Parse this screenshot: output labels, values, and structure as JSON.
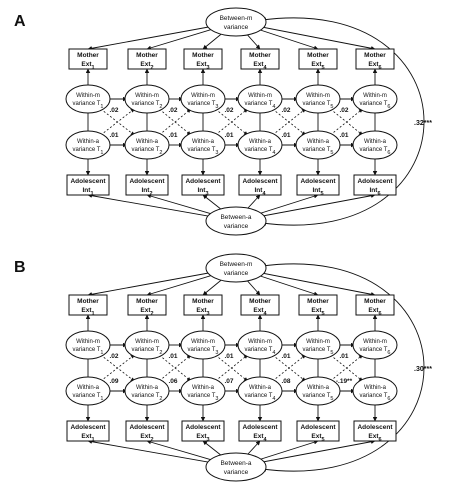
{
  "panels": [
    {
      "label": "A",
      "between_m": [
        "Between-m",
        "variance"
      ],
      "between_a": [
        "Between-a",
        "variance"
      ],
      "mother": [
        {
          "name": "Mother",
          "sub": "Ext",
          "idx": "1"
        },
        {
          "name": "Mother",
          "sub": "Ext",
          "idx": "2"
        },
        {
          "name": "Mother",
          "sub": "Ext",
          "idx": "3"
        },
        {
          "name": "Mother",
          "sub": "Ext",
          "idx": "4"
        },
        {
          "name": "Mother",
          "sub": "Ext",
          "idx": "5"
        },
        {
          "name": "Mother",
          "sub": "Ext",
          "idx": "6"
        }
      ],
      "within_m": [
        {
          "top": "Within-m",
          "bottom": "variance T",
          "idx": "1"
        },
        {
          "top": "Within-m",
          "bottom": "variance T",
          "idx": "2"
        },
        {
          "top": "Within-m",
          "bottom": "variance T",
          "idx": "3"
        },
        {
          "top": "Within-m",
          "bottom": "variance T",
          "idx": "4"
        },
        {
          "top": "Within-m",
          "bottom": "variance T",
          "idx": "5"
        },
        {
          "top": "Within-m",
          "bottom": "variance T",
          "idx": "6"
        }
      ],
      "within_a": [
        {
          "top": "Within-a",
          "bottom": "variance T",
          "idx": "1"
        },
        {
          "top": "Within-a",
          "bottom": "variance T",
          "idx": "2"
        },
        {
          "top": "Within-a",
          "bottom": "variance T",
          "idx": "3"
        },
        {
          "top": "Within-a",
          "bottom": "variance T",
          "idx": "4"
        },
        {
          "top": "Within-a",
          "bottom": "variance T",
          "idx": "5"
        },
        {
          "top": "Within-a",
          "bottom": "variance T",
          "idx": "6"
        }
      ],
      "adolescent": [
        {
          "name": "Adolescent",
          "sub": "Int",
          "idx": "1"
        },
        {
          "name": "Adolescent",
          "sub": "Int",
          "idx": "2"
        },
        {
          "name": "Adolescent",
          "sub": "Int",
          "idx": "3"
        },
        {
          "name": "Adolescent",
          "sub": "Int",
          "idx": "4"
        },
        {
          "name": "Adolescent",
          "sub": "Int",
          "idx": "5"
        },
        {
          "name": "Adolescent",
          "sub": "Int",
          "idx": "6"
        }
      ],
      "cross_lag_m_to_a": [
        ".02",
        ".02",
        ".02",
        ".02",
        ".02"
      ],
      "cross_lag_a_to_m": [
        ".01",
        ".01",
        ".01",
        ".01",
        ".01"
      ],
      "between_covariance": ".32***"
    },
    {
      "label": "B",
      "between_m": [
        "Between-m",
        "variance"
      ],
      "between_a": [
        "Between-a",
        "variance"
      ],
      "mother": [
        {
          "name": "Mother",
          "sub": "Ext",
          "idx": "1"
        },
        {
          "name": "Mother",
          "sub": "Ext",
          "idx": "2"
        },
        {
          "name": "Mother",
          "sub": "Ext",
          "idx": "3"
        },
        {
          "name": "Mother",
          "sub": "Ext",
          "idx": "4"
        },
        {
          "name": "Mother",
          "sub": "Ext",
          "idx": "5"
        },
        {
          "name": "Mother",
          "sub": "Ext",
          "idx": "6"
        }
      ],
      "within_m": [
        {
          "top": "Within-m",
          "bottom": "variance T",
          "idx": "1"
        },
        {
          "top": "Within-m",
          "bottom": "variance T",
          "idx": "2"
        },
        {
          "top": "Within-m",
          "bottom": "variance T",
          "idx": "3"
        },
        {
          "top": "Within-m",
          "bottom": "variance T",
          "idx": "4"
        },
        {
          "top": "Within-m",
          "bottom": "variance T",
          "idx": "5"
        },
        {
          "top": "Within-m",
          "bottom": "variance T",
          "idx": "6"
        }
      ],
      "within_a": [
        {
          "top": "Within-a",
          "bottom": "variance T",
          "idx": "1"
        },
        {
          "top": "Within-a",
          "bottom": "variance T",
          "idx": "2"
        },
        {
          "top": "Within-a",
          "bottom": "variance T",
          "idx": "3"
        },
        {
          "top": "Within-a",
          "bottom": "variance T",
          "idx": "4"
        },
        {
          "top": "Within-a",
          "bottom": "variance T",
          "idx": "5"
        },
        {
          "top": "Within-a",
          "bottom": "variance T",
          "idx": "6"
        }
      ],
      "adolescent": [
        {
          "name": "Adolescent",
          "sub": "Ext",
          "idx": "1"
        },
        {
          "name": "Adolescent",
          "sub": "Ext",
          "idx": "2"
        },
        {
          "name": "Adolescent",
          "sub": "Ext",
          "idx": "3"
        },
        {
          "name": "Adolescent",
          "sub": "Ext",
          "idx": "4"
        },
        {
          "name": "Adolescent",
          "sub": "Ext",
          "idx": "5"
        },
        {
          "name": "Adolescent",
          "sub": "Ext",
          "idx": "6"
        }
      ],
      "cross_lag_m_to_a": [
        ".02",
        ".01",
        ".01",
        ".01",
        ".01"
      ],
      "cross_lag_a_to_m": [
        ".09",
        ".06",
        ".07",
        ".08",
        "-.19**"
      ],
      "between_covariance": ".30***"
    }
  ]
}
